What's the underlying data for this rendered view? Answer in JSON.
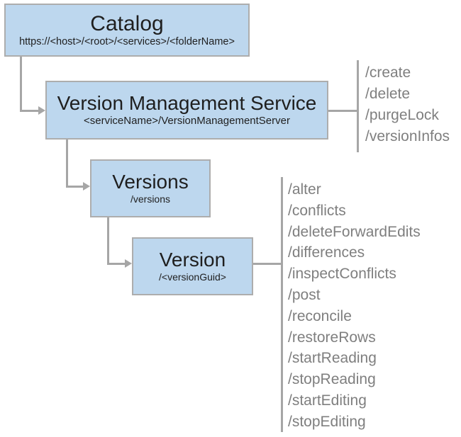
{
  "nodes": {
    "catalog": {
      "title": "Catalog",
      "subtitle": "https://<host>/<root>/<services>/<folderName>"
    },
    "version_management_service": {
      "title": "Version Management Service",
      "subtitle": "<serviceName>/VersionManagementServer"
    },
    "versions": {
      "title": "Versions",
      "subtitle": "/versions"
    },
    "version": {
      "title": "Version",
      "subtitle": "/<versionGuid>"
    }
  },
  "operations": {
    "version_management_service": [
      "/create",
      "/delete",
      "/purgeLock",
      "/versionInfos"
    ],
    "version": [
      "/alter",
      "/conflicts",
      "/deleteForwardEdits",
      "/differences",
      "/inspectConflicts",
      "/post",
      "/reconcile",
      "/restoreRows",
      "/startReading",
      "/stopReading",
      "/startEditing",
      "/stopEditing"
    ]
  },
  "colors": {
    "box_fill": "#bdd7ee",
    "box_border": "#adadad",
    "connector": "#a6a6a6",
    "operation_text": "#7f7f7f",
    "title_text": "#1f1f1f"
  }
}
